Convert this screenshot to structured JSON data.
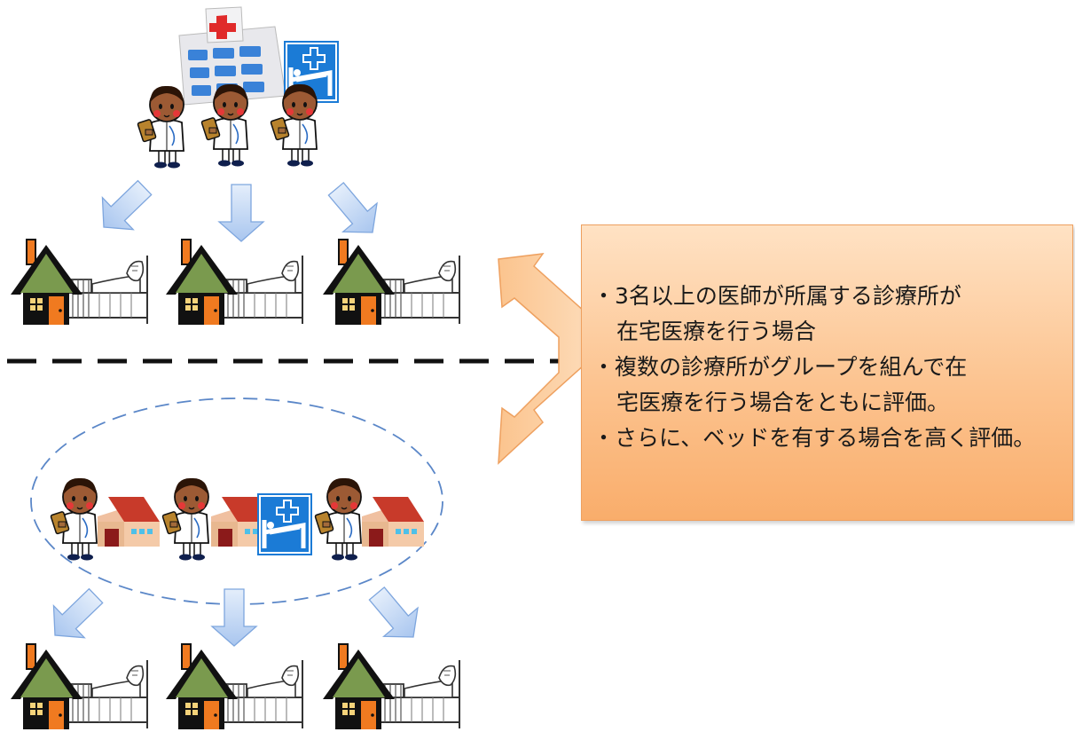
{
  "callout": {
    "line1": "・3名以上の医師が所属する診療所が",
    "line2": "在宅医療を行う場合",
    "line3": "・複数の診療所がグループを組んで在",
    "line4": "宅医療を行う場合をともに評価。",
    "line5": "・さらに、ベッドを有する場合を高く評価。"
  },
  "colors": {
    "callout_top": "#ffe2c4",
    "callout_bottom": "#f9ad6b",
    "arrow_blue": "#b9d3f3",
    "roof_green": "#7a9a4e",
    "door_orange": "#f07a20",
    "hospital_bed_sign": "#1b7bd6",
    "dashed_ellipse": "#5b87c8"
  },
  "icons": [
    "hospital-icon",
    "bed-sign-icon",
    "doctor-icon",
    "house-with-bed-icon",
    "clinic-icon"
  ]
}
